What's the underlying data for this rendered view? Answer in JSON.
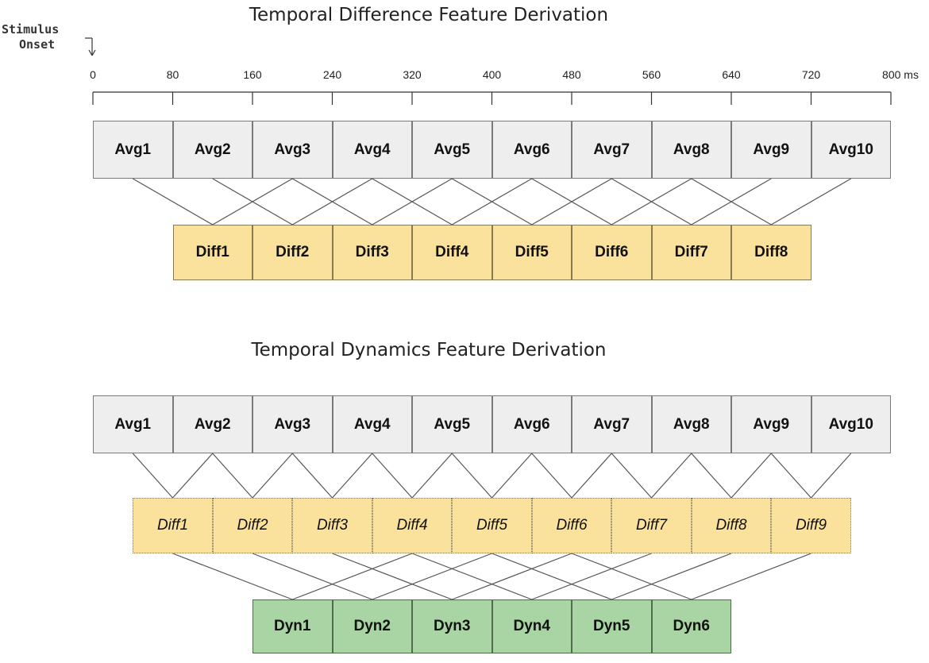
{
  "top_title": "Temporal Difference Feature Derivation",
  "bottom_title": "Temporal Dynamics Feature Derivation",
  "onset_label": [
    "Stimulus",
    "Onset"
  ],
  "ticks": [
    "0",
    "80",
    "160",
    "240",
    "320",
    "400",
    "480",
    "560",
    "640",
    "720",
    "800 ms"
  ],
  "top_avg": [
    "Avg1",
    "Avg2",
    "Avg3",
    "Avg4",
    "Avg5",
    "Avg6",
    "Avg7",
    "Avg8",
    "Avg9",
    "Avg10"
  ],
  "top_diff": [
    "Diff1",
    "Diff2",
    "Diff3",
    "Diff4",
    "Diff5",
    "Diff6",
    "Diff7",
    "Diff8"
  ],
  "bottom_avg": [
    "Avg1",
    "Avg2",
    "Avg3",
    "Avg4",
    "Avg5",
    "Avg6",
    "Avg7",
    "Avg8",
    "Avg9",
    "Avg10"
  ],
  "bottom_diff": [
    "Diff1",
    "Diff2",
    "Diff3",
    "Diff4",
    "Diff5",
    "Diff6",
    "Diff7",
    "Diff8",
    "Diff9"
  ],
  "bottom_dyn": [
    "Dyn1",
    "Dyn2",
    "Dyn3",
    "Dyn4",
    "Dyn5",
    "Dyn6"
  ],
  "colors": {
    "avg_fill": "#eeeeee",
    "diff_fill": "#fbe29c",
    "dyn_fill": "#a9d4a3"
  }
}
